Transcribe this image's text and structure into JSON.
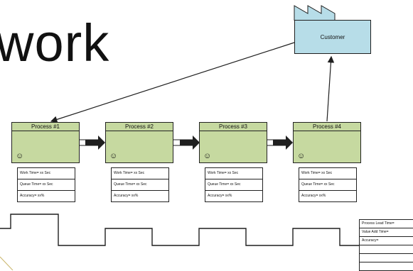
{
  "title": "work",
  "customer": {
    "label": "Customer"
  },
  "processes": [
    {
      "name": "Process #1",
      "work_time": "Work Time= xx Sec",
      "queue_time": "Queue Time= xx Sec",
      "accuracy": "Accuracy= xx%"
    },
    {
      "name": "Process #2",
      "work_time": "Work Time= xx Sec",
      "queue_time": "Queue Time= xx Sec",
      "accuracy": "Accuracy= xx%"
    },
    {
      "name": "Process #3",
      "work_time": "Work Time= xx Sec",
      "queue_time": "Queue Time= xx Sec",
      "accuracy": "Accuracy= xx%"
    },
    {
      "name": "Process #4",
      "work_time": "Work Time= xx Sec",
      "queue_time": "Queue Time= xx Sec",
      "accuracy": "Accuracy= xx%"
    }
  ],
  "operator_symbol": "☺",
  "summary": {
    "lead_time": "Process Lead Time=",
    "value_add_time": "Value Add Time=",
    "accuracy": "Accuracy="
  },
  "colors": {
    "process_fill": "#c6d9a0",
    "customer_fill": "#b7dde8",
    "line": "#1f1f1f"
  }
}
